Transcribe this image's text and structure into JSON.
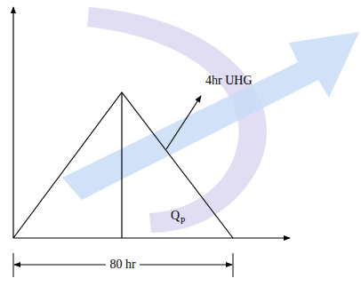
{
  "diagram": {
    "labels": [
      "4hr UHG",
      "Q",
      "P",
      "80 hr"
    ]
  }
}
